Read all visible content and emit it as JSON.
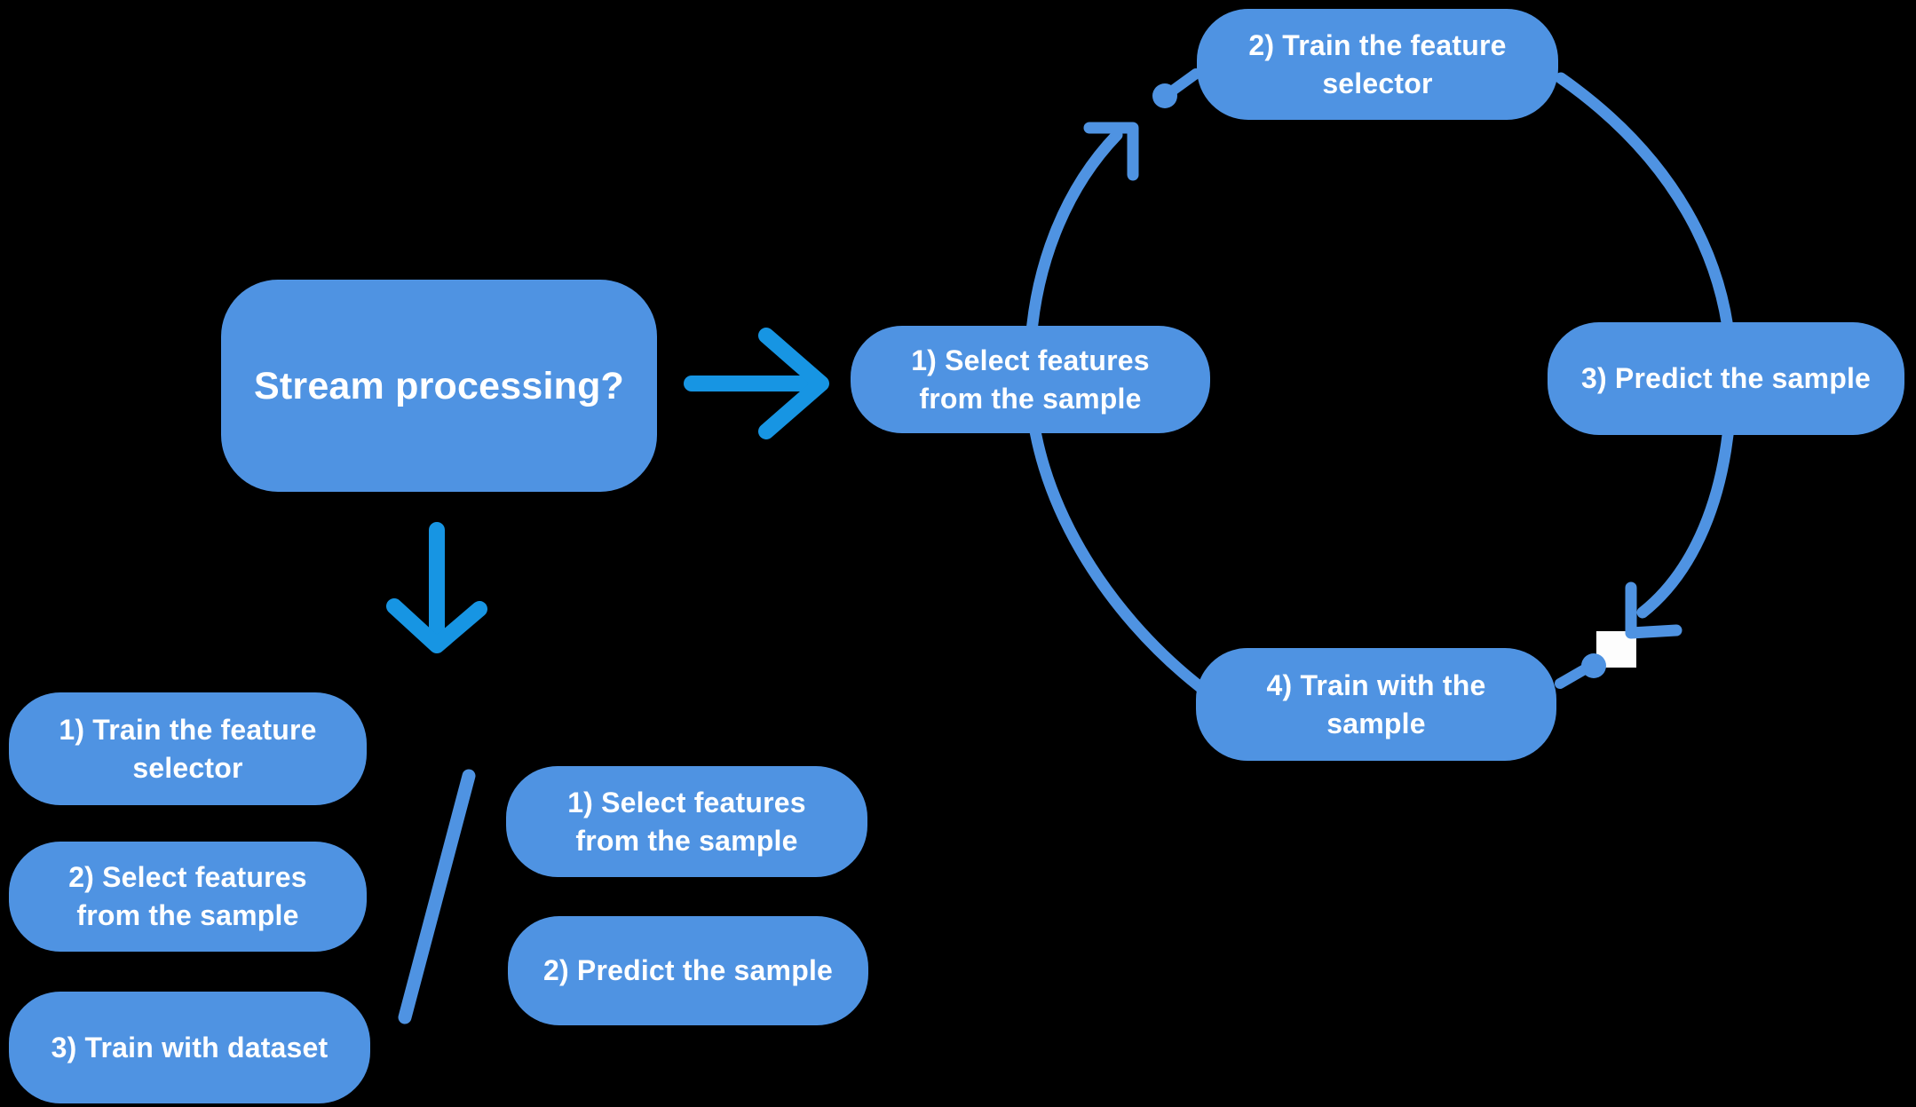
{
  "diagram_title": "Stream processing decision diagram",
  "colors": {
    "background": "#000000",
    "node_fill": "#4f93e2",
    "node_text": "#ffffff",
    "straight_arrow": "#1795e3",
    "junction_marker": "#fdfdfd"
  },
  "root": {
    "label": "Stream processing?"
  },
  "cycle": {
    "steps": [
      {
        "label": "1) Select features\nfrom the sample"
      },
      {
        "label": "2) Train the feature\nselector"
      },
      {
        "label": "3) Predict the sample"
      },
      {
        "label": "4) Train with the\nsample"
      }
    ]
  },
  "branch_left": {
    "items": [
      {
        "label": "1) Train the feature\nselector"
      },
      {
        "label": "2) Select features\nfrom the sample"
      },
      {
        "label": "3) Train with dataset"
      }
    ]
  },
  "branch_right": {
    "items": [
      {
        "label": "1) Select features\nfrom the sample"
      },
      {
        "label": "2) Predict the sample"
      }
    ]
  },
  "icons": {
    "right_arrow": "arrow-right-icon",
    "down_arrow": "arrow-down-icon",
    "cycle_arrowhead_top": "arrowhead-up-right-icon",
    "cycle_arrowhead_bottom": "arrowhead-down-left-icon",
    "slash": "slash-divider",
    "junction_marker": "white-square-marker"
  }
}
